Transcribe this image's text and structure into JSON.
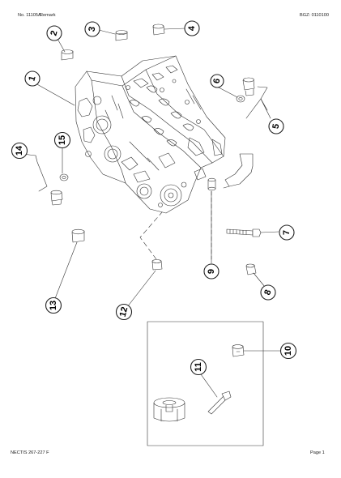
{
  "header": {
    "doc_number": "No. 11105A",
    "remark": "Remark",
    "bgz": "BGZ: 0110100"
  },
  "footer": {
    "doc_ref": "NECTIS 267-227 F",
    "page": "Page 1"
  },
  "callouts": [
    {
      "id": "1",
      "label": "1",
      "rot": -75
    },
    {
      "id": "2",
      "label": "2",
      "rot": -75
    },
    {
      "id": "3",
      "label": "3",
      "rot": -80
    },
    {
      "id": "4",
      "label": "4",
      "rot": -90
    },
    {
      "id": "5",
      "label": "5",
      "rot": -80
    },
    {
      "id": "6",
      "label": "6",
      "rot": -80
    },
    {
      "id": "7",
      "label": "7",
      "rot": -90
    },
    {
      "id": "8",
      "label": "8",
      "rot": -70
    },
    {
      "id": "9",
      "label": "9",
      "rot": -90
    },
    {
      "id": "10",
      "label": "10",
      "rot": -90
    },
    {
      "id": "11",
      "label": "11",
      "rot": -90
    },
    {
      "id": "12",
      "label": "12",
      "rot": -75
    },
    {
      "id": "13",
      "label": "13",
      "rot": -90
    },
    {
      "id": "14",
      "label": "14",
      "rot": -90
    },
    {
      "id": "15",
      "label": "15",
      "rot": -90
    }
  ],
  "colors": {
    "line": "#333333",
    "fill": "#ffffff",
    "shade": "#d9d9d9"
  }
}
